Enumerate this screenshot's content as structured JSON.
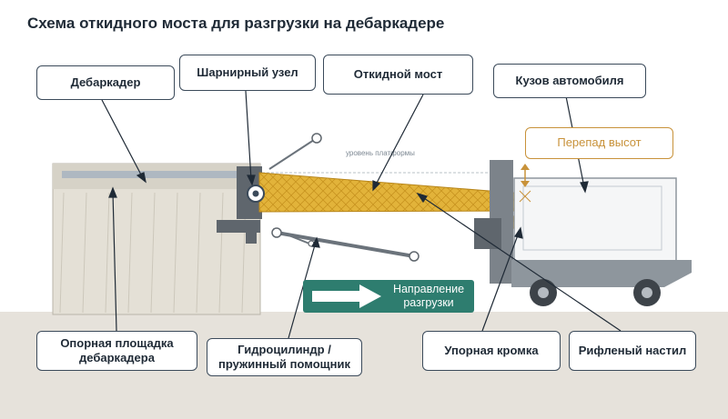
{
  "title": "Схема откидного моста для разгрузки на дебаркадере",
  "labels": {
    "dock": "Дебаркадер",
    "hinge": "Шарнирный узел",
    "bridge": "Откидной мост",
    "truck_body": "Кузов автомобиля",
    "height_diff": "Перепад высот",
    "dock_support": "Опорная площадка дебаркадера",
    "hydraulic": "Гидроцилиндр / пружинный помощник",
    "stop_edge": "Упорная кромка",
    "ribbed_deck": "Рифленый настил",
    "platform_level": "уровень платформы"
  },
  "flow": {
    "label": "Направление разгрузки"
  },
  "colors": {
    "dock_fill": "#e4e0d6",
    "ground": "#e6e2db",
    "bridge_deck": "#e2b33a",
    "truck_body": "#f5f6f7",
    "steel": "#7c838a",
    "flow_green": "#2e7d6f",
    "accent_orange": "#c8923a"
  }
}
